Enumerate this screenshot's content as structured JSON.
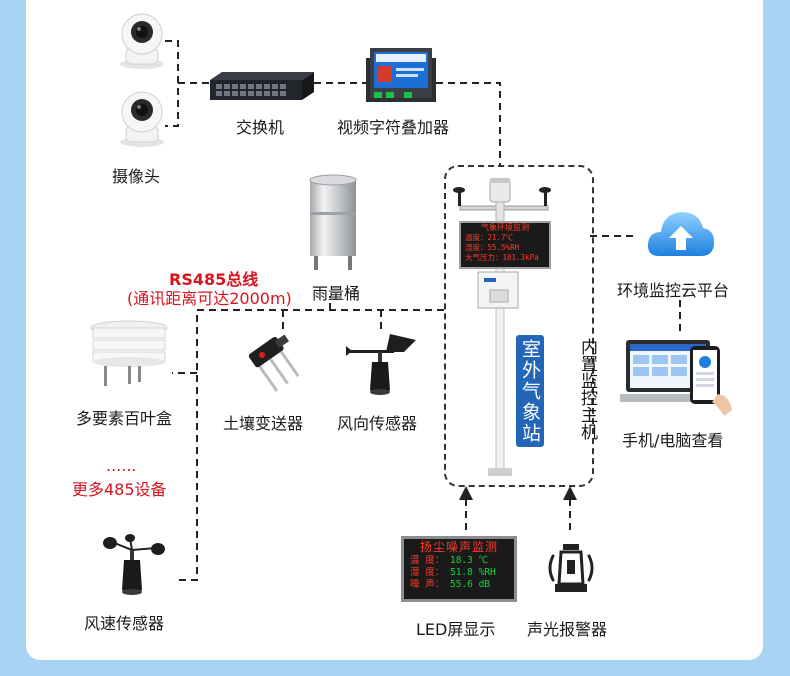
{
  "labels": {
    "switch": "交换机",
    "overlay": "视频字符叠加器",
    "camera": "摄像头",
    "rain_bucket": "雨量桶",
    "rs485_bus": "RS485总线",
    "rs485_range": "(通讯距离可达2000m)",
    "louver_box": "多要素百叶盒",
    "soil": "土壤变送器",
    "wind_dir": "风向传感器",
    "more_dots": "......",
    "more_devices": "更多485设备",
    "wind_speed": "风速传感器",
    "led_screen": "LED屏显示",
    "alarm": "声光报警器",
    "cloud": "环境监控云平台",
    "view": "手机/电脑查看",
    "station": "室外气象站",
    "host": "内置监控主机"
  },
  "station_sign": {
    "title": "气象环境监测",
    "line1": "温度：21.7℃",
    "line2": "湿度：55.5%RH",
    "line3": "大气压力：101.3kPa"
  },
  "led_board": {
    "title": "扬尘噪声监测",
    "row1_label": "温 度：",
    "row1_value": "18.3 ℃",
    "row2_label": "湿 度：",
    "row2_value": "51.8 %RH",
    "row3_label": "噪 声：",
    "row3_value": "55.6 dB"
  },
  "colors": {
    "accent_red": "#d8141d",
    "tag_blue": "#2366b8",
    "bg": "#a9d3f3"
  }
}
